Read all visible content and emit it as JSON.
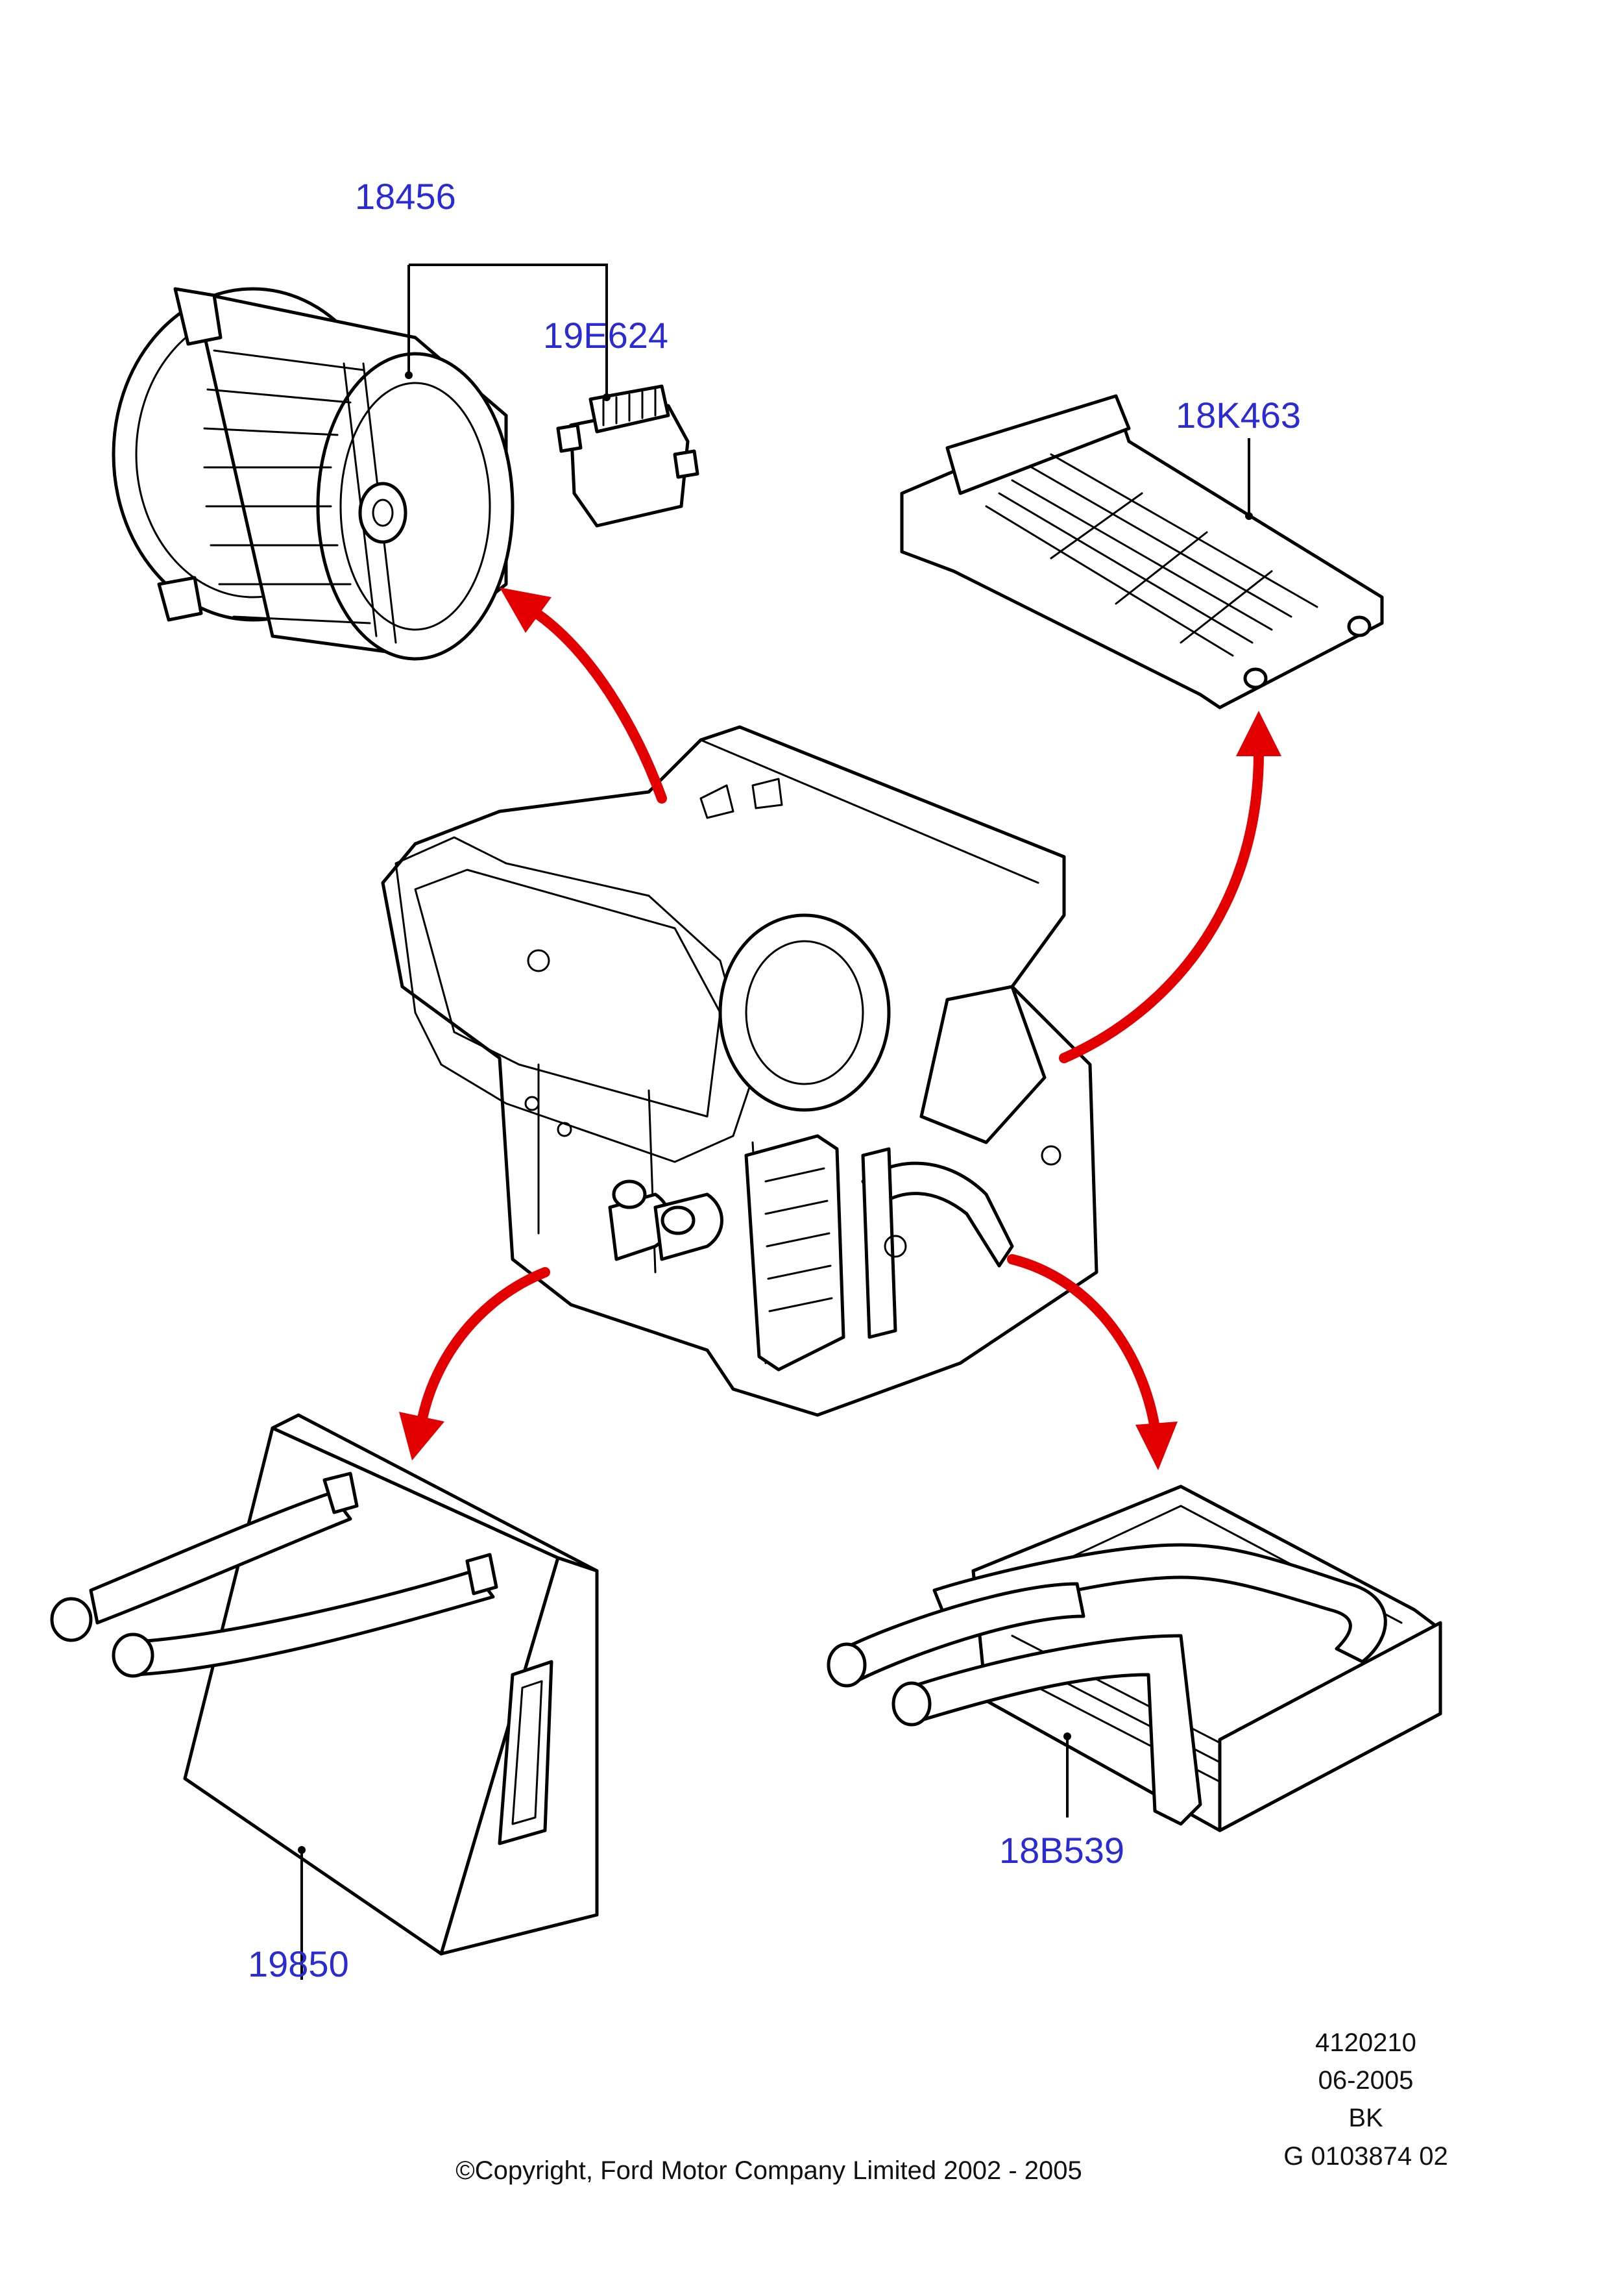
{
  "callouts": {
    "blower_motor": "18456",
    "resistor": "19E624",
    "electric_heater": "18K463",
    "evaporator": "19850",
    "heater_core": "18B539"
  },
  "footer": {
    "copyright": "©Copyright, Ford Motor Company Limited 2002 - 2005",
    "ref_lines": [
      "4120210",
      "06-2005",
      "BK",
      "G 0103874 02"
    ]
  },
  "colors": {
    "callout_text": "#2b2bd6",
    "arrow": "#e30000",
    "line": "#000000"
  }
}
